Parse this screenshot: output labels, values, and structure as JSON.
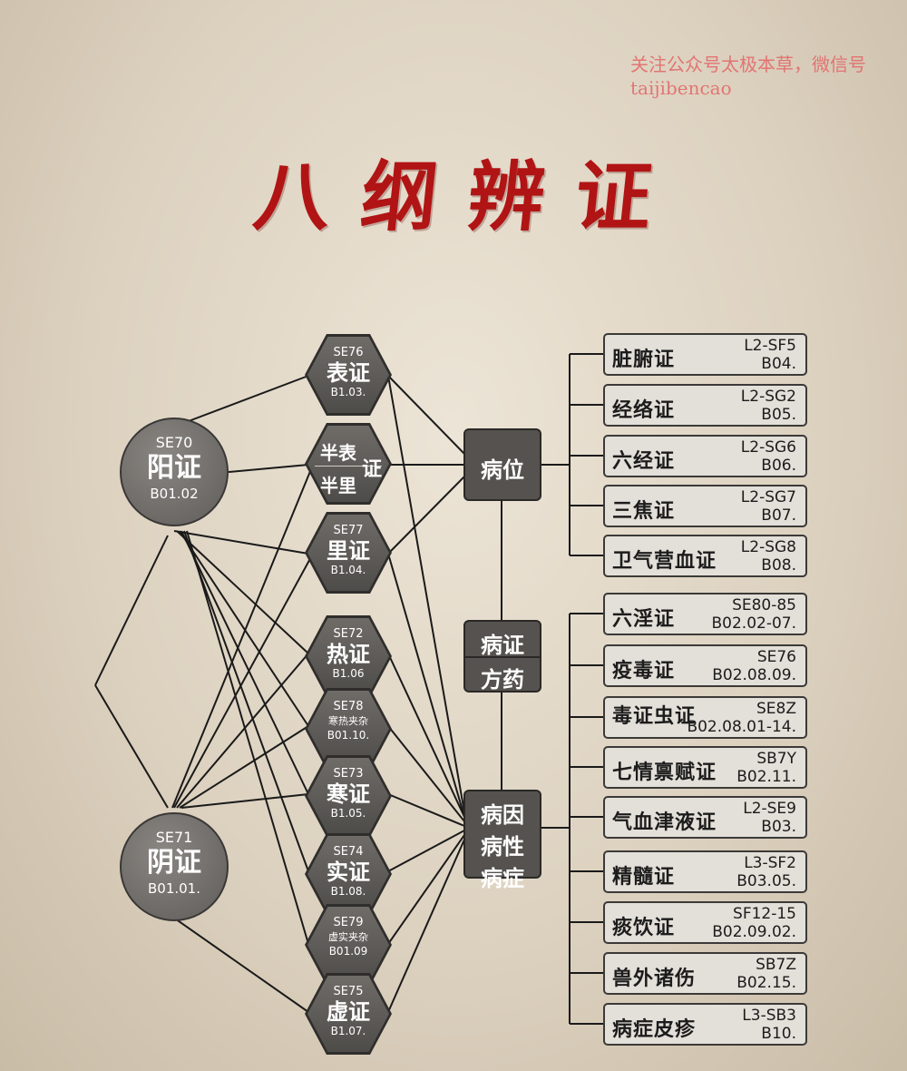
{
  "watermark": "关注公众号太极本草，微信号taijibencao",
  "title": "八纲辨证",
  "yang": {
    "code": "SE70",
    "name": "阳证",
    "sub": "B01.02"
  },
  "yin": {
    "code": "SE71",
    "name": "阴证",
    "sub": "B01.01."
  },
  "hexes": [
    {
      "code": "SE76",
      "name": "表证",
      "sub": "B1.03."
    },
    {
      "split": true,
      "a": "半表",
      "b": "半里",
      "c": "证"
    },
    {
      "code": "SE77",
      "name": "里证",
      "sub": "B1.04."
    },
    {
      "code": "SE72",
      "name": "热证",
      "sub": "B1.06"
    },
    {
      "code": "SE78",
      "name": "寒热夹杂",
      "sub": "B01.10.",
      "small": true
    },
    {
      "code": "SE73",
      "name": "寒证",
      "sub": "B1.05."
    },
    {
      "code": "SE74",
      "name": "实证",
      "sub": "B1.08."
    },
    {
      "code": "SE79",
      "name": "虚实夹杂",
      "sub": "B01.09",
      "small": true
    },
    {
      "code": "SE75",
      "name": "虚证",
      "sub": "B1.07."
    }
  ],
  "center": {
    "location": "病位",
    "syndrome": "病证",
    "prescription": "方药",
    "cause_lines": [
      "病因",
      "病性",
      "病症"
    ]
  },
  "right_items": [
    {
      "name": "脏腑证",
      "c1": "L2-SF5",
      "c2": "B04."
    },
    {
      "name": "经络证",
      "c1": "L2-SG2",
      "c2": "B05."
    },
    {
      "name": "六经证",
      "c1": "L2-SG6",
      "c2": "B06."
    },
    {
      "name": "三焦证",
      "c1": "L2-SG7",
      "c2": "B07."
    },
    {
      "name": "卫气营血证",
      "c1": "L2-SG8",
      "c2": "B08."
    },
    {
      "name": "六淫证",
      "c1": "SE80-85",
      "c2": "B02.02-07."
    },
    {
      "name": "疫毒证",
      "c1": "SE76",
      "c2": "B02.08.09."
    },
    {
      "name": "毒证虫证",
      "c1": "SE8Z",
      "c2": "B02.08.01-14."
    },
    {
      "name": "七情禀赋证",
      "c1": "SB7Y",
      "c2": "B02.11."
    },
    {
      "name": "气血津液证",
      "c1": "L2-SE9",
      "c2": "B03."
    },
    {
      "name": "精髓证",
      "c1": "L3-SF2",
      "c2": "B03.05."
    },
    {
      "name": "痰饮证",
      "c1": "SF12-15",
      "c2": "B02.09.02."
    },
    {
      "name": "兽外诸伤",
      "c1": "SB7Z",
      "c2": "B02.15."
    },
    {
      "name": "病症皮疹",
      "c1": "L3-SB3",
      "c2": "B10."
    }
  ],
  "colors": {
    "title": "#b11414",
    "watermark": "#e36b6b",
    "node": "#55524f",
    "panel": "#e3dfd9"
  }
}
